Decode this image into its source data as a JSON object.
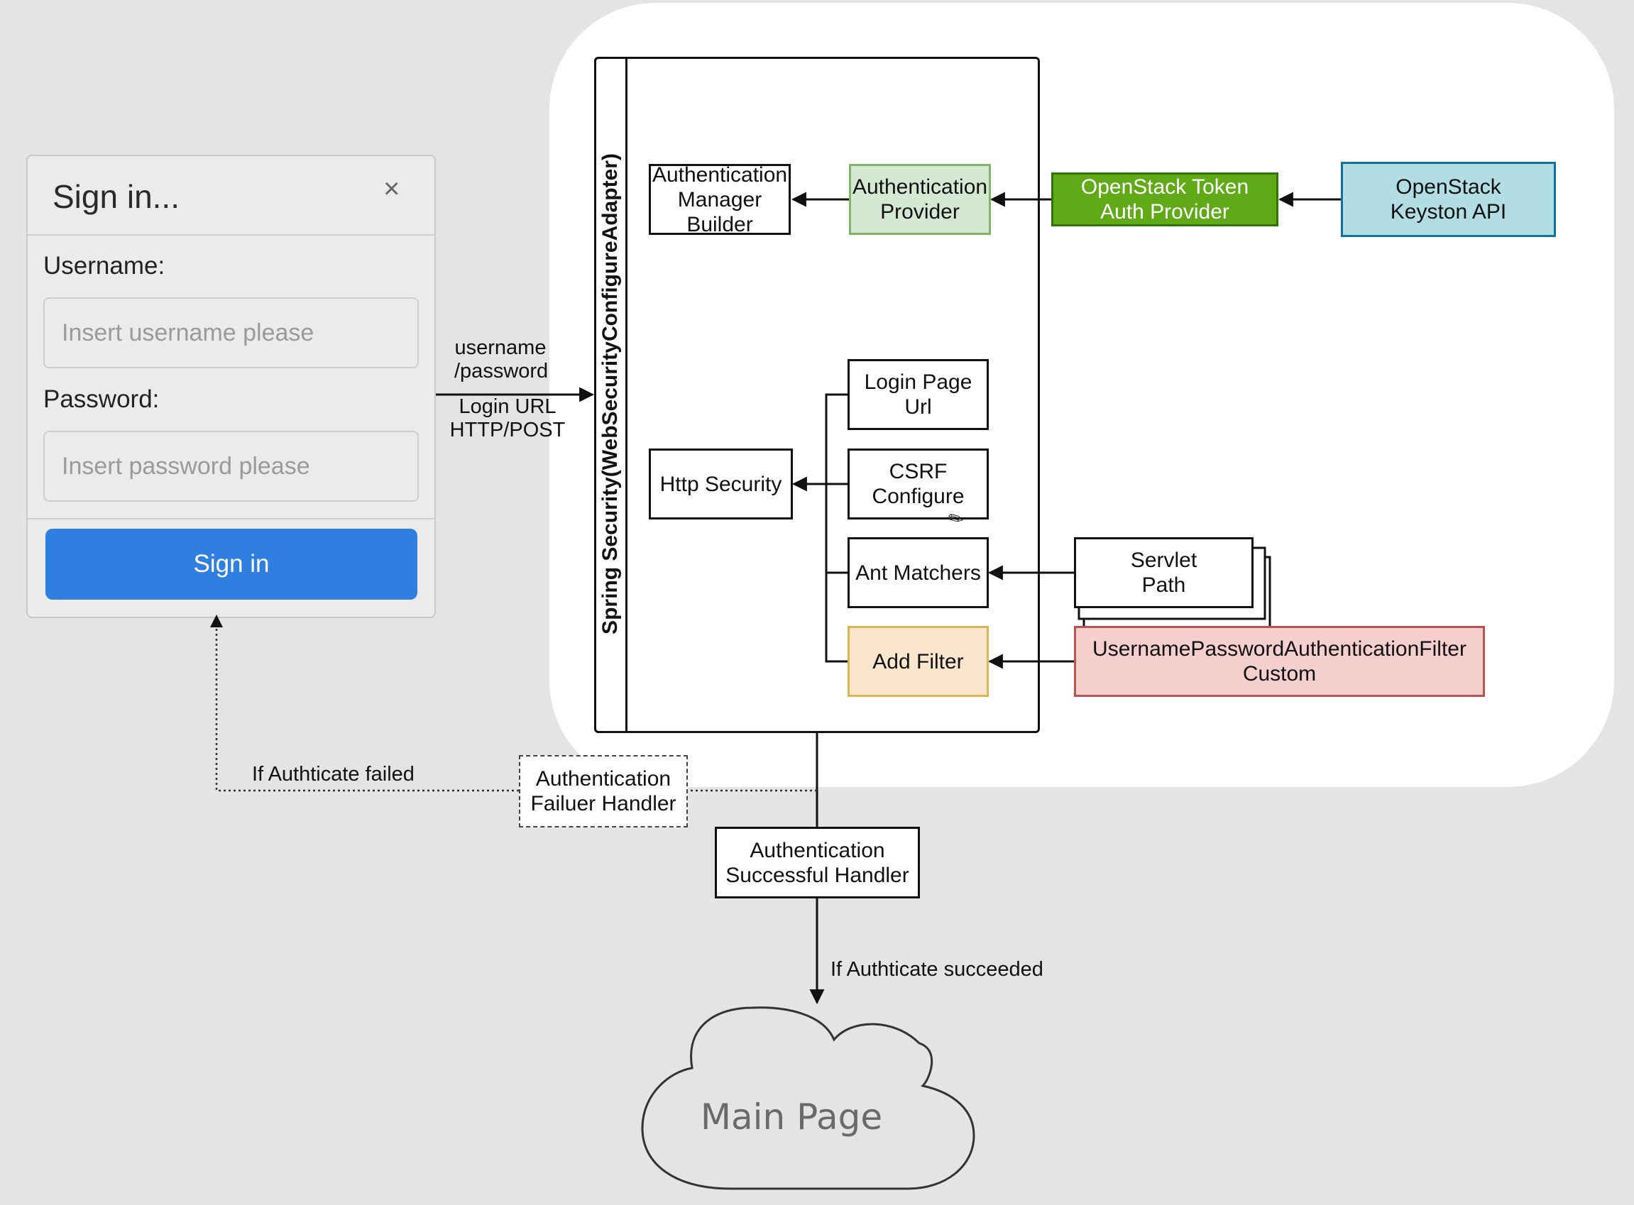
{
  "dialog": {
    "title": "Sign in...",
    "close_glyph": "×",
    "username_label": "Username:",
    "username_placeholder": "Insert username please",
    "password_label": "Password:",
    "password_placeholder": "Insert password please",
    "signin_label": "Sign in"
  },
  "diagram": {
    "adapter_title": "Spring Security(WebSecurityConfigureAdapter)",
    "request_label_top": "username\n/password",
    "request_label_bottom": "Login URL\nHTTP/POST",
    "boxes": {
      "auth_manager_builder": "Authentication\nManager\nBuilder",
      "auth_provider": "Authentication\nProvider",
      "openstack_token_provider": "OpenStack Token\nAuth Provider",
      "openstack_keystone_api": "OpenStack\nKeyston API",
      "login_page_url": "Login Page\nUrl",
      "http_security": "Http Security",
      "csrf_configure": "CSRF\nConfigure",
      "ant_matchers": "Ant Matchers",
      "servlet_path": "Servlet\nPath",
      "add_filter": "Add Filter",
      "custom_filter": "UsernamePasswordAuthenticationFilter\nCustom",
      "failure_handler": "Authentication\nFailuer Handler",
      "success_handler": "Authentication\nSuccessful Handler"
    },
    "failed_label": "If Authticate failed",
    "succeeded_label": "If Authticate succeeded",
    "main_page": "Main Page",
    "colors": {
      "auth_provider_fill": "#d5e8d4",
      "auth_provider_border": "#82b366",
      "token_provider_fill": "#60a917",
      "token_provider_border": "#2d7600",
      "keystone_fill": "#b1dde3",
      "keystone_border": "#10739e",
      "add_filter_fill": "#fbe5cd",
      "add_filter_border": "#d6b656",
      "custom_filter_fill": "#f5cfce",
      "custom_filter_border": "#b85450",
      "signin_button": "#2f7fe0"
    }
  }
}
